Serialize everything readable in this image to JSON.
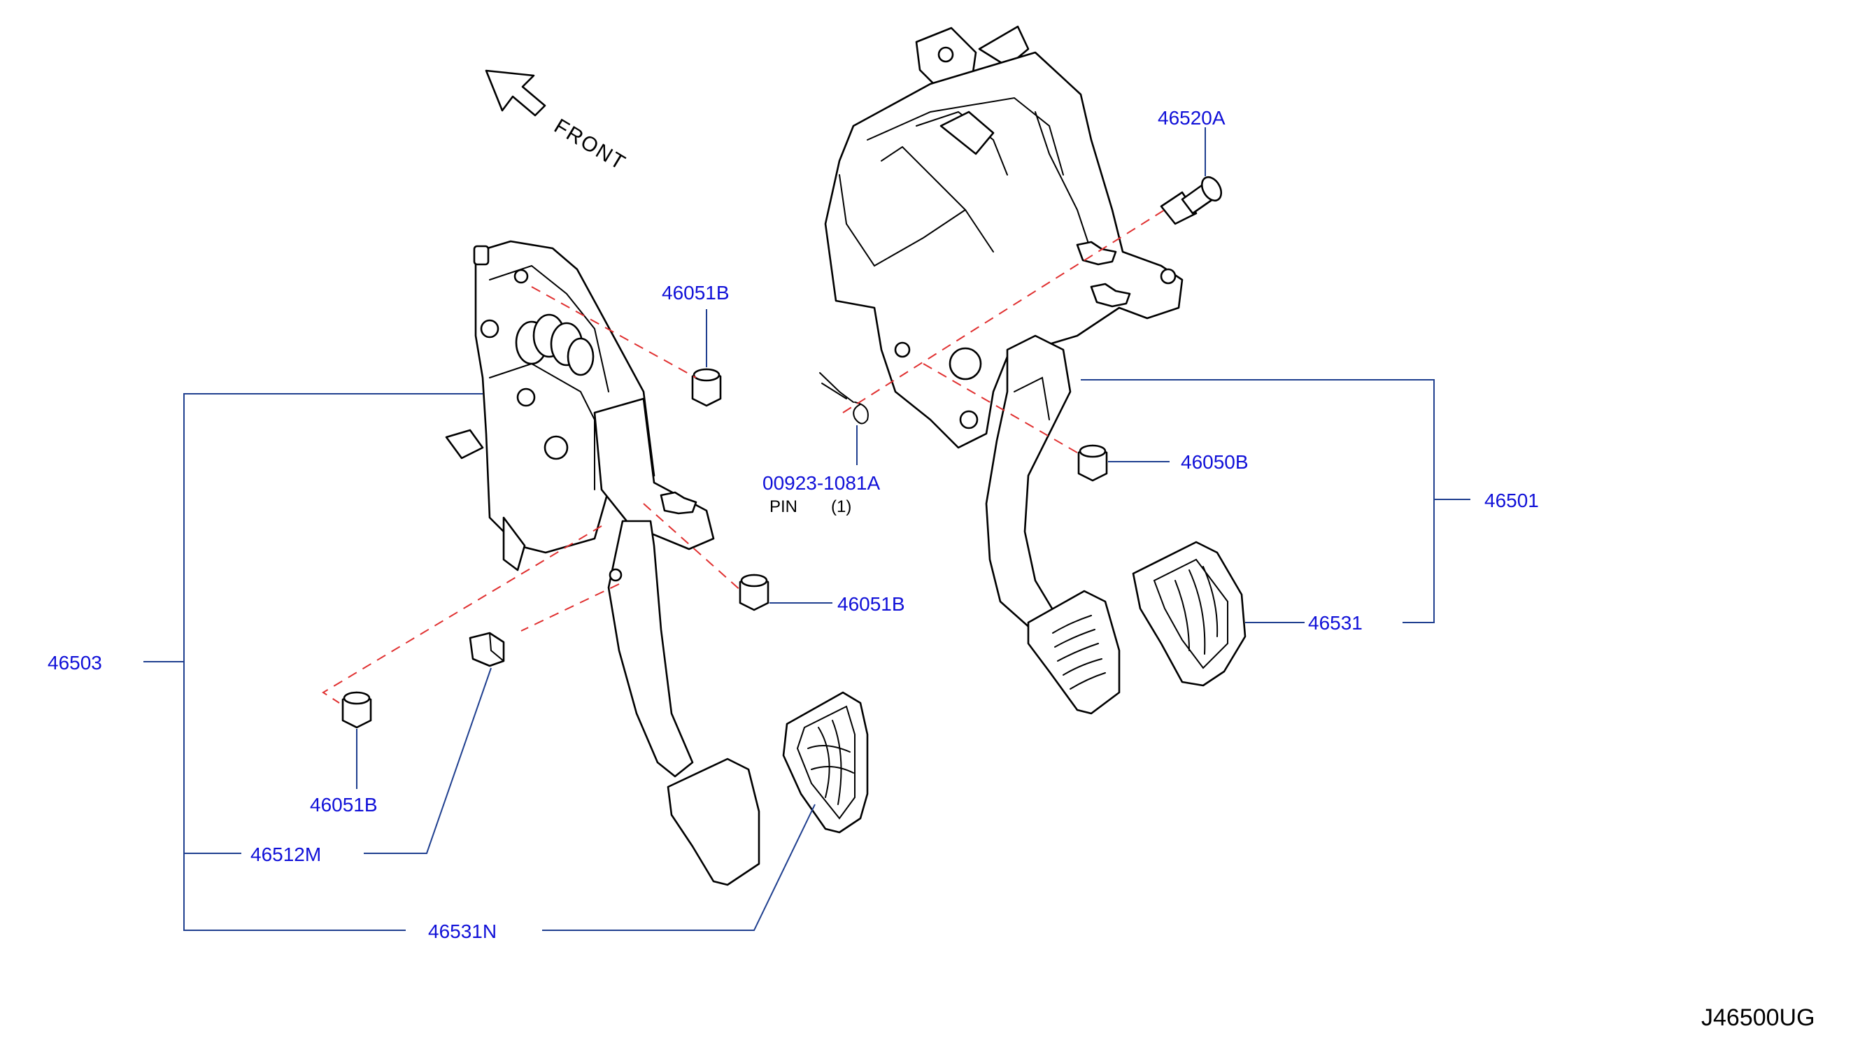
{
  "labels": {
    "front": "FRONT",
    "p46520A": "46520A",
    "p46051B_top": "46051B",
    "p00923": "00923-1081A",
    "pin": "PIN",
    "pin_qty": "(1)",
    "p46050B": "46050B",
    "p46501": "46501",
    "p46051B_mid": "46051B",
    "p46531": "46531",
    "p46503": "46503",
    "p46051B_low": "46051B",
    "p46512M": "46512M",
    "p46531N": "46531N",
    "ref": "J46500UG"
  }
}
